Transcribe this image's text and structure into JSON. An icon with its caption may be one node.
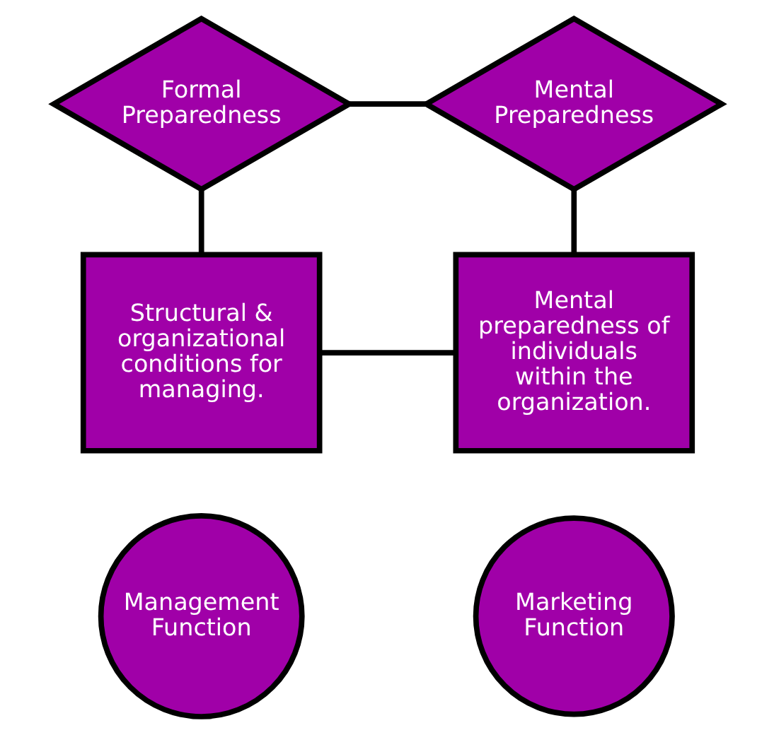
{
  "diagram": {
    "nodes": [
      {
        "text": [
          "Formal Preparedness"
        ]
      },
      {
        "text": [
          "Mental Preparedness"
        ]
      },
      {
        "text": [
          "Structural & organizational conditions for managing."
        ]
      },
      {
        "text": [
          "Mental preparedness of individuals within the organization."
        ]
      },
      {
        "text": [
          "Management Function"
        ]
      },
      {
        "text": [
          "Marketing Function"
        ]
      }
    ],
    "edges": [
      {
        "from": 0,
        "to": 1,
        "arrow": "none"
      },
      {
        "from": 0,
        "to": 2,
        "arrow": "none"
      },
      {
        "from": 1,
        "to": 3,
        "arrow": "none"
      },
      {
        "from": 2,
        "to": 3,
        "arrow": "none"
      }
    ]
  }
}
